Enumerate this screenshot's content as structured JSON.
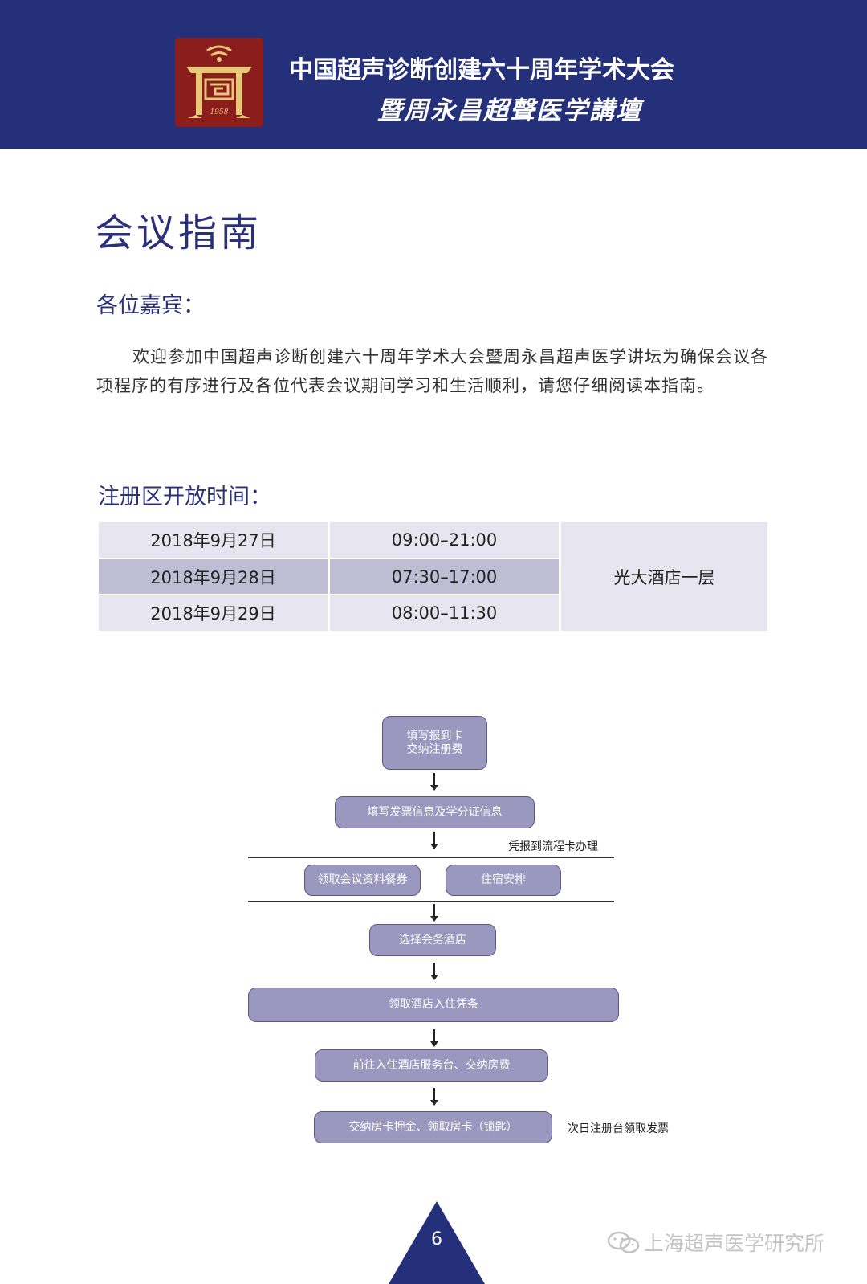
{
  "header": {
    "logo_year": "1958",
    "title": "中国超声诊断创建六十周年学术大会",
    "subtitle": "暨周永昌超聲医学講壇"
  },
  "page_title": "会议指南",
  "greeting": "各位嘉宾：",
  "welcome_text": "欢迎参加中国超声诊断创建六十周年学术大会暨周永昌超声医学讲坛为确保会议各项程序的有序进行及各位代表会议期间学习和生活顺利，请您仔细阅读本指南。",
  "registration": {
    "title": "注册区开放时间：",
    "rows": [
      {
        "date": "2018年9月27日",
        "time": "09:00–21:00"
      },
      {
        "date": "2018年9月28日",
        "time": "07:30–17:00"
      },
      {
        "date": "2018年9月29日",
        "time": "08:00–11:30"
      }
    ],
    "location": "光大酒店一层"
  },
  "flow": {
    "step1_line1": "填写报到卡",
    "step1_line2": "交纳注册费",
    "step2": "填写发票信息及学分证信息",
    "note_card": "凭报到流程卡办理",
    "step3a": "领取会议资料餐券",
    "step3b": "住宿安排",
    "step4": "选择会务酒店",
    "step5": "领取酒店入住凭条",
    "step6": "前往入住酒店服务台、交纳房费",
    "step7": "交纳房卡押金、领取房卡（锁匙）",
    "note_invoice": "次日注册台领取发票"
  },
  "footer": {
    "page_number": "6",
    "watermark": "上海超声医学研究所"
  }
}
